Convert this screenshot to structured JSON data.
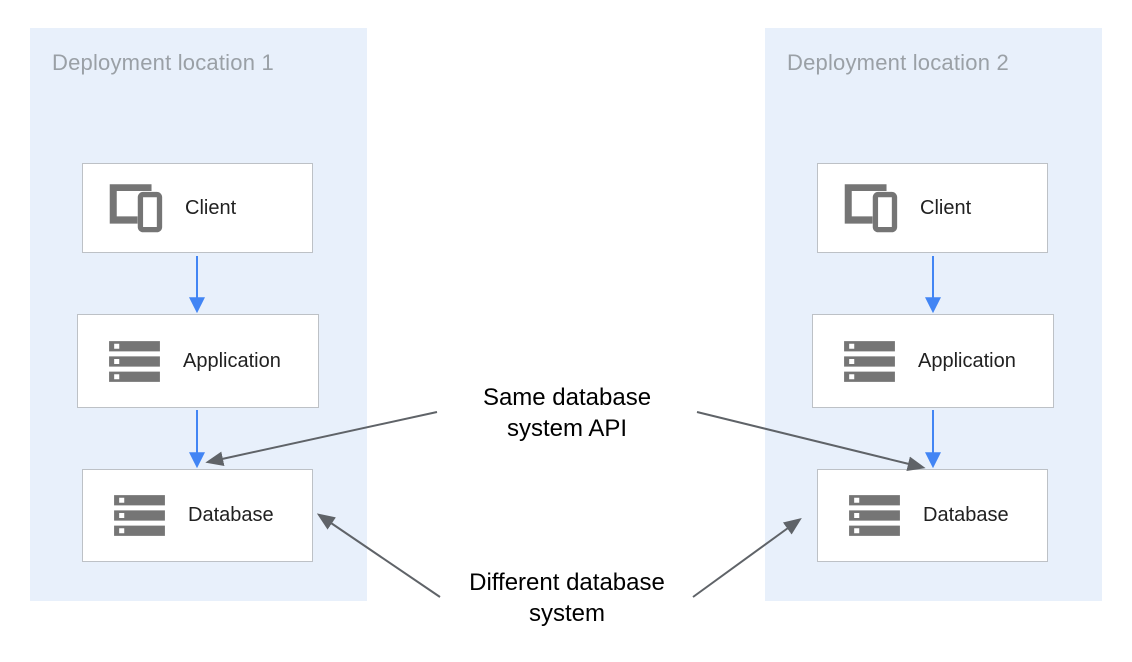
{
  "panels": [
    {
      "title": "Deployment location 1",
      "nodes": [
        {
          "label": "Client",
          "icon": "devices-icon"
        },
        {
          "label": "Application",
          "icon": "storage-icon"
        },
        {
          "label": "Database",
          "icon": "storage-icon"
        }
      ]
    },
    {
      "title": "Deployment location 2",
      "nodes": [
        {
          "label": "Client",
          "icon": "devices-icon"
        },
        {
          "label": "Application",
          "icon": "storage-icon"
        },
        {
          "label": "Database",
          "icon": "storage-icon"
        }
      ]
    }
  ],
  "annotations": {
    "same_api": "Same database\nsystem API",
    "different_system": "Different database\nsystem"
  },
  "colors": {
    "panel_background": "#e8f0fb",
    "node_border": "#bdc1c6",
    "icon_gray": "#757575",
    "node_label_text": "#212121",
    "panel_title_text": "#9aa0a6",
    "flow_arrow_blue": "#4285f4",
    "annotation_arrow_gray": "#5f6368",
    "annotation_text": "#000000"
  }
}
